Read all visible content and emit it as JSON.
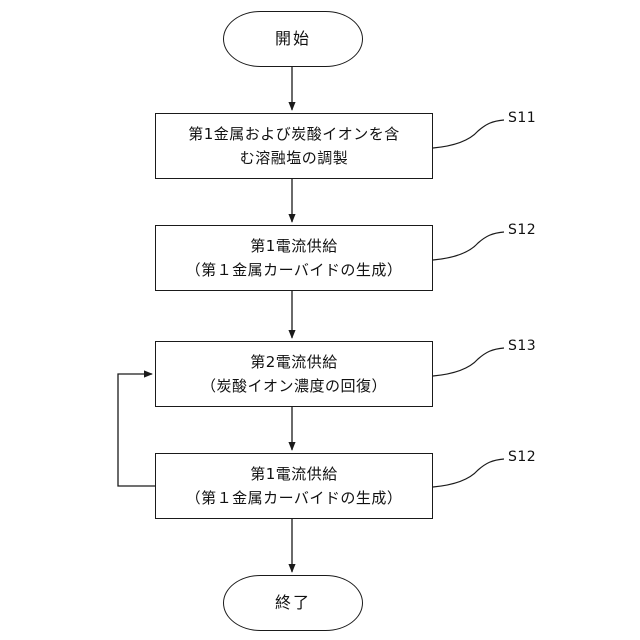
{
  "start": "開始",
  "end": "終了",
  "steps": [
    {
      "line1": "第1金属および炭酸イオンを含",
      "line2": "む溶融塩の調製",
      "label": "S11"
    },
    {
      "line1": "第1電流供給",
      "line2": "（第１金属カーバイドの生成）",
      "label": "S12"
    },
    {
      "line1": "第2電流供給",
      "line2": "（炭酸イオン濃度の回復）",
      "label": "S13"
    },
    {
      "line1": "第1電流供給",
      "line2": "（第１金属カーバイドの生成）",
      "label": "S12"
    }
  ]
}
